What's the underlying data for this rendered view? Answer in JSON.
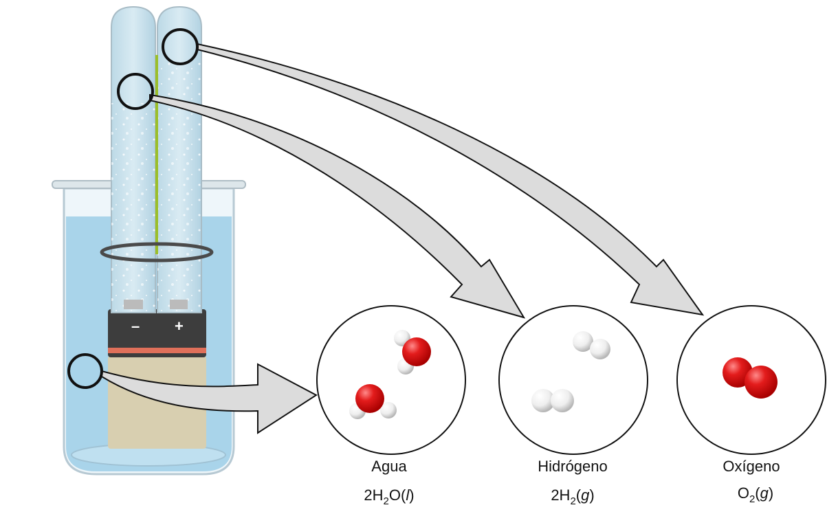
{
  "battery": {
    "negative": "–",
    "positive": "+"
  },
  "panels": [
    {
      "name": "Agua",
      "formula": {
        "coef": "2H",
        "sub": "2",
        "rest": "O(",
        "state": "l",
        "close": ")"
      }
    },
    {
      "name": "Hidrógeno",
      "formula": {
        "coef": "2H",
        "sub": "2",
        "rest": "(",
        "state": "g",
        "close": ")"
      }
    },
    {
      "name": "Oxígeno",
      "formula": {
        "coef": "O",
        "sub": "2",
        "rest": "(",
        "state": "g",
        "close": ")"
      }
    }
  ],
  "colors": {
    "water": "#a9d4ea",
    "oxygen_atom": "#e01b1b",
    "hydrogen_atom": "#f2f2f2",
    "arrow_fill": "#dcdcdc",
    "battery_top": "#3d3d3d",
    "battery_body": "#d8cfb0",
    "battery_stripe": "#e0705a",
    "electrode": "#9bbf2a"
  }
}
